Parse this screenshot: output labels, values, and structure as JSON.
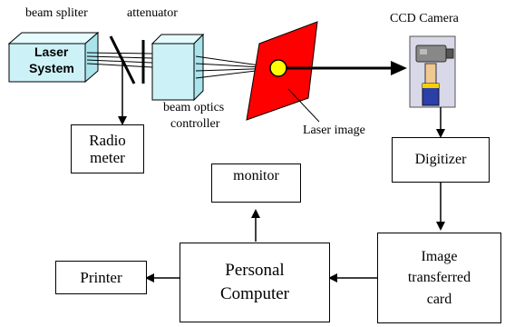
{
  "labels": {
    "beam_splitter": "beam spliter",
    "attenuator": "attenuator",
    "ccd_camera": "CCD Camera",
    "beam_optics_line1": "beam optics",
    "beam_optics_line2": "controller",
    "laser_image": "Laser image"
  },
  "boxes": {
    "laser_line1": "Laser",
    "laser_line2": "System",
    "radiometer_line1": "Radio",
    "radiometer_line2": "meter",
    "digitizer": "Digitizer",
    "monitor": "monitor",
    "pc_line1": "Personal",
    "pc_line2": "Computer",
    "image_card_line1": "Image",
    "image_card_line2": "transferred",
    "image_card_line3": "card",
    "printer": "Printer"
  },
  "colors": {
    "laser_block_fill": "#ccf2f7",
    "target_plate": "#ff0000",
    "laser_spot": "#ffff00",
    "line": "#000000"
  },
  "icons": {
    "camera": "ccd-camera-icon"
  }
}
